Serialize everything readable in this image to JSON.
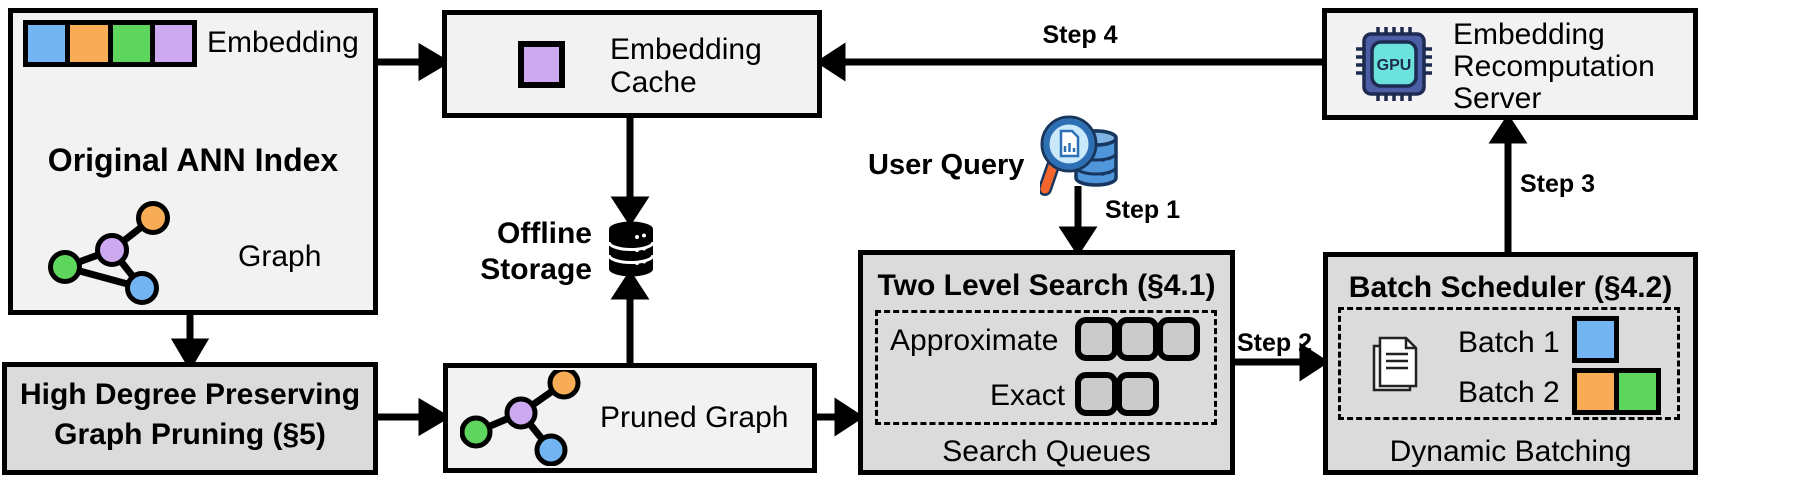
{
  "palette": {
    "blue": "#73B5F2",
    "orange": "#F7AC55",
    "green": "#5ED65E",
    "purple": "#CDA9F1"
  },
  "original_ann_index": {
    "title": "Original ANN Index",
    "embedding_label": "Embedding",
    "graph_label": "Graph",
    "embedding_vector_colors": [
      "#73B5F2",
      "#F7AC55",
      "#5ED65E",
      "#CDA9F1"
    ]
  },
  "graph_pruning": {
    "title_line1": "High Degree Preserving",
    "title_line2": "Graph Pruning (§5)"
  },
  "embedding_cache": {
    "label_line1": "Embedding",
    "label_line2": "Cache",
    "cached_embedding_color": "#CDA9F1"
  },
  "offline_storage": {
    "label_line1": "Offline",
    "label_line2": "Storage"
  },
  "pruned_graph": {
    "label": "Pruned Graph"
  },
  "user_query": {
    "label": "User Query"
  },
  "flow_steps": {
    "step1": "Step 1",
    "step2": "Step 2",
    "step3": "Step 3",
    "step4": "Step 4"
  },
  "two_level_search": {
    "title": "Two Level Search (§4.1)",
    "approximate_label": "Approximate",
    "approximate_queue_count": 3,
    "exact_label": "Exact",
    "exact_queue_count": 2,
    "caption": "Search Queues"
  },
  "batch_scheduler": {
    "title": "Batch Scheduler (§4.2)",
    "batch1_label": "Batch 1",
    "batch1_colors": [
      "#73B5F2"
    ],
    "batch2_label": "Batch 2",
    "batch2_colors": [
      "#F7AC55",
      "#5ED65E"
    ],
    "caption": "Dynamic Batching"
  },
  "recomputation_server": {
    "label_line1": "Embedding",
    "label_line2": "Recomputation",
    "label_line3": "Server",
    "chip_label": "GPU"
  }
}
